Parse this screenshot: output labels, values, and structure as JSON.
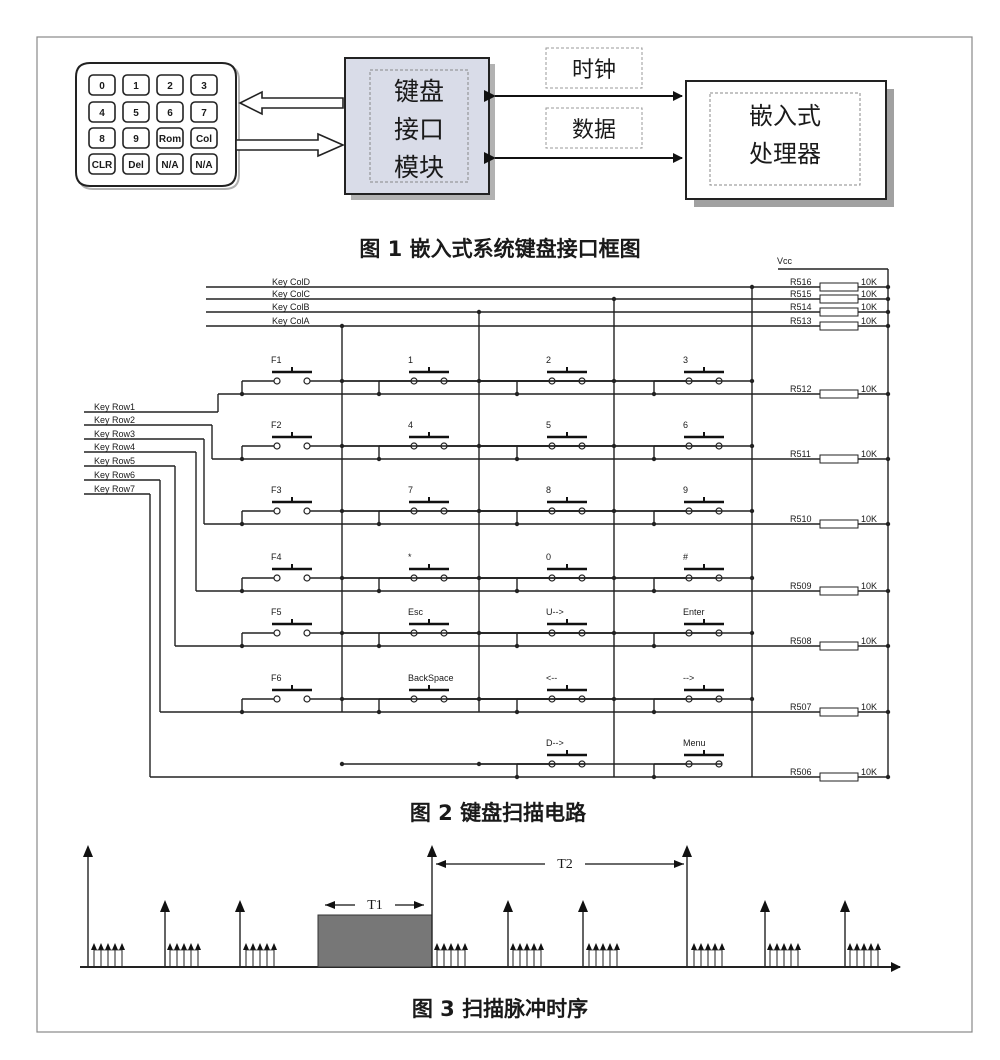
{
  "fig1": {
    "caption": "图 1  嵌入式系统键盘接口框图",
    "keypad_keys": [
      "0",
      "1",
      "2",
      "3",
      "4",
      "5",
      "6",
      "7",
      "8",
      "9",
      "Rom",
      "Col",
      "CLR",
      "Del",
      "N/A",
      "N/A"
    ],
    "module_label": [
      "键盘",
      "接口",
      "模块"
    ],
    "clock_label": "时钟",
    "data_label": "数据",
    "processor_label": [
      "嵌入式",
      "处理器"
    ]
  },
  "fig2": {
    "caption": "图 2  键盘扫描电路",
    "vcc": "Vcc",
    "col_labels": [
      "Key ColD",
      "Key ColC",
      "Key ColB",
      "Key ColA"
    ],
    "row_labels": [
      "Key Row1",
      "Key Row2",
      "Key Row3",
      "Key Row4",
      "Key Row5",
      "Key Row6",
      "Key Row7"
    ],
    "col_resistors": [
      {
        "name": "R516",
        "value": "10K"
      },
      {
        "name": "R515",
        "value": "10K"
      },
      {
        "name": "R514",
        "value": "10K"
      },
      {
        "name": "R513",
        "value": "10K"
      }
    ],
    "row_resistors": [
      {
        "name": "R512",
        "value": "10K"
      },
      {
        "name": "R511",
        "value": "10K"
      },
      {
        "name": "R510",
        "value": "10K"
      },
      {
        "name": "R509",
        "value": "10K"
      },
      {
        "name": "R508",
        "value": "10K"
      },
      {
        "name": "R507",
        "value": "10K"
      },
      {
        "name": "R506",
        "value": "10K"
      }
    ],
    "keys": [
      [
        "F1",
        "1",
        "2",
        "3"
      ],
      [
        "F2",
        "4",
        "5",
        "6"
      ],
      [
        "F3",
        "7",
        "8",
        "9"
      ],
      [
        "F4",
        "*",
        "0",
        "#"
      ],
      [
        "F5",
        "Esc",
        "U-->",
        "Enter"
      ],
      [
        "F6",
        "BackSpace",
        "<--",
        "-->"
      ],
      [
        "",
        "",
        "D-->",
        "Menu"
      ]
    ]
  },
  "fig3": {
    "caption": "图 3  扫描脉冲时序",
    "t1": "T1",
    "t2": "T2"
  }
}
